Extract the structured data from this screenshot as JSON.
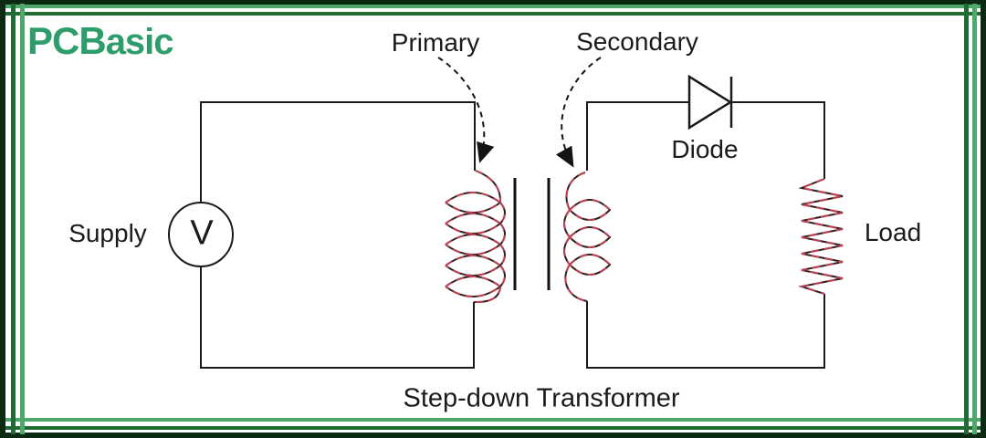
{
  "brand": {
    "name": "PCBasic",
    "bold_part": "PCB",
    "rest_part": "asic",
    "color": "#2E9C6B"
  },
  "labels": {
    "primary": "Primary",
    "secondary": "Secondary",
    "diode": "Diode",
    "supply": "Supply",
    "supply_symbol": "V",
    "load": "Load"
  },
  "caption": "Step-down Transformer",
  "diagram": {
    "type": "circuit-schematic",
    "components": [
      {
        "name": "supply",
        "kind": "voltage-source",
        "symbol": "circle-V"
      },
      {
        "name": "primary-winding",
        "kind": "inductor-coil",
        "turns": 5,
        "side": "left-of-core"
      },
      {
        "name": "transformer-core",
        "kind": "core",
        "symbol": "two-parallel-lines"
      },
      {
        "name": "secondary-winding",
        "kind": "inductor-coil",
        "turns": 3,
        "side": "right-of-core"
      },
      {
        "name": "diode",
        "kind": "diode",
        "orientation": "anode-left"
      },
      {
        "name": "load",
        "kind": "resistor-zigzag",
        "orientation": "vertical"
      }
    ],
    "annotations": [
      {
        "text": "Primary",
        "arrow": "dashed-curve-to-primary-winding"
      },
      {
        "text": "Secondary",
        "arrow": "dashed-curve-to-secondary-winding"
      }
    ]
  },
  "colors": {
    "background": "#ffffff",
    "wire": "#1a1a1a",
    "winding_red": "#bf4050",
    "frame_light_green": "#4fa86b",
    "frame_dark_green": "#1e6c33",
    "frame_outer_green": "#0c2912",
    "logo_green": "#2E9C6B",
    "text": "#1b1b1b"
  }
}
